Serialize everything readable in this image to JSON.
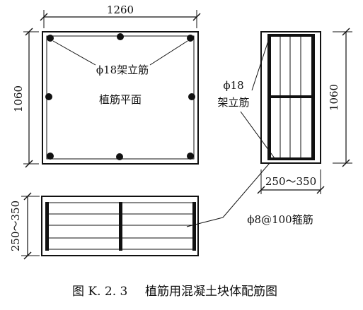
{
  "dims": {
    "plan_width": "1260",
    "plan_height": "1060",
    "side_height": "1060",
    "side_width": "250～350",
    "bottom_height": "250～350"
  },
  "labels": {
    "erection_bar_plan": "ϕ18架立筋",
    "plan_title": "植筋平面",
    "erection_bar_side_line1": "ϕ18",
    "erection_bar_side_line2": "架立筋",
    "stirrup": "ϕ8@100箍筋"
  },
  "caption": {
    "number": "图 K. 2. 3",
    "title": "植筋用混凝土块体配筋图"
  }
}
